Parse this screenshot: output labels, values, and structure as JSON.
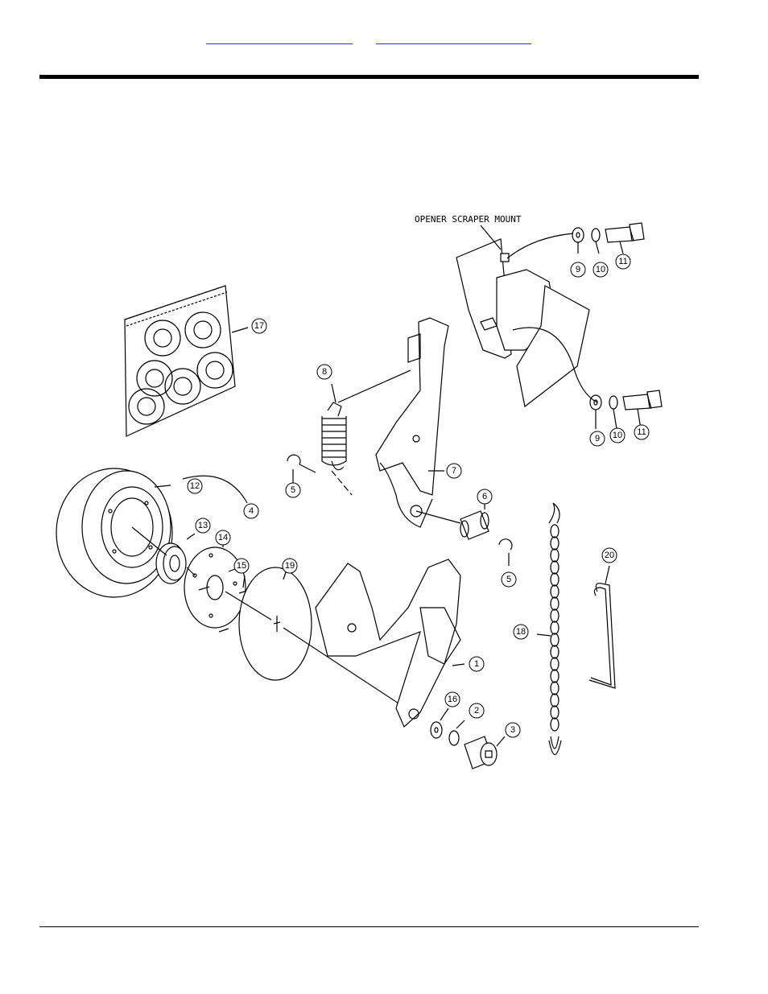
{
  "header": {
    "links": [
      "",
      ""
    ]
  },
  "drawing": {
    "mount_label": "OPENER SCRAPER MOUNT",
    "callouts": [
      {
        "id": "c17",
        "num": "17"
      },
      {
        "id": "c8",
        "num": "8"
      },
      {
        "id": "c9a",
        "num": "9"
      },
      {
        "id": "c10a",
        "num": "10"
      },
      {
        "id": "c11a",
        "num": "11"
      },
      {
        "id": "c9b",
        "num": "9"
      },
      {
        "id": "c10b",
        "num": "10"
      },
      {
        "id": "c11b",
        "num": "11"
      },
      {
        "id": "c7",
        "num": "7"
      },
      {
        "id": "c5a",
        "num": "5"
      },
      {
        "id": "c12",
        "num": "12"
      },
      {
        "id": "c4",
        "num": "4"
      },
      {
        "id": "c13",
        "num": "13"
      },
      {
        "id": "c14",
        "num": "14"
      },
      {
        "id": "c6",
        "num": "6"
      },
      {
        "id": "c5b",
        "num": "5"
      },
      {
        "id": "c15",
        "num": "15"
      },
      {
        "id": "c19",
        "num": "19"
      },
      {
        "id": "c20",
        "num": "20"
      },
      {
        "id": "c18",
        "num": "18"
      },
      {
        "id": "c1",
        "num": "1"
      },
      {
        "id": "c16",
        "num": "16"
      },
      {
        "id": "c2",
        "num": "2"
      },
      {
        "id": "c3",
        "num": "3"
      }
    ]
  }
}
